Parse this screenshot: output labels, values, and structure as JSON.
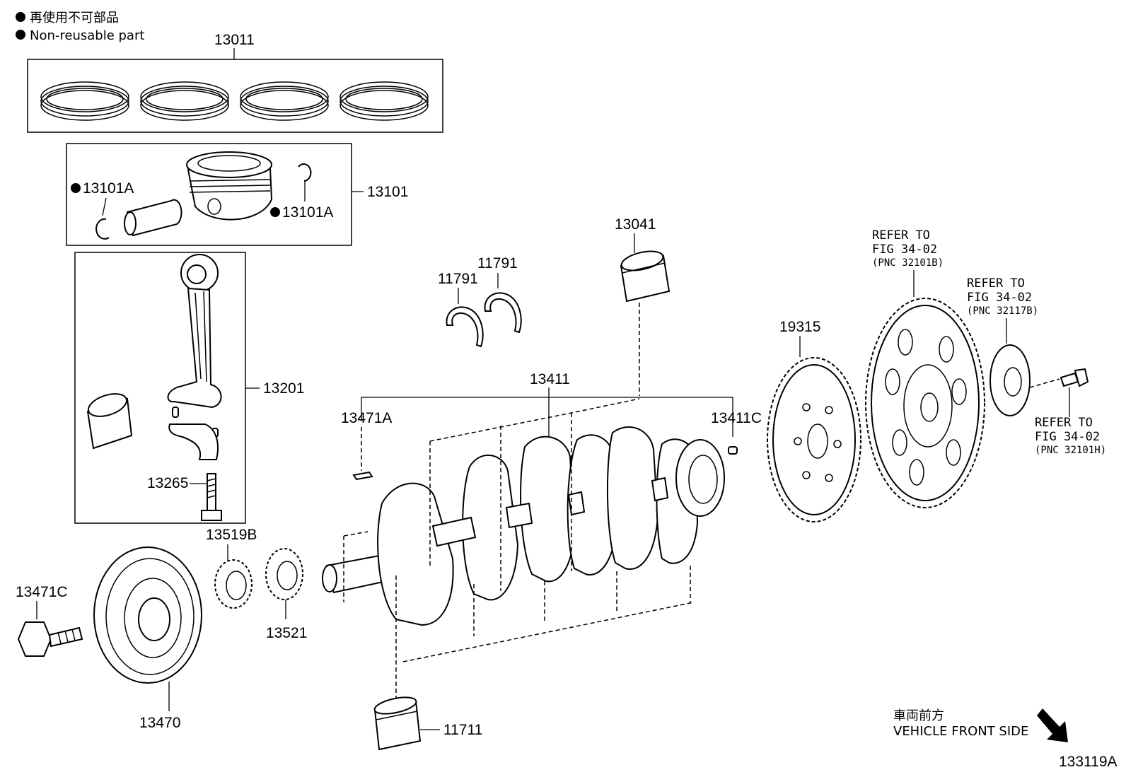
{
  "legend": {
    "non_reusable_jp": "再使用不可部品",
    "non_reusable_en": "Non-reusable part"
  },
  "labels": {
    "piston_ring_set": "13011",
    "piston_sub_assy": "13101",
    "piston_pin_snap_ring_left": "13101A",
    "piston_pin_snap_ring_right": "13101A",
    "connecting_rod": "13201",
    "con_rod_bolt": "13265",
    "crank_bearing_upper": "13041",
    "thrust_washer_left": "11791",
    "thrust_washer_right": "11791",
    "crankshaft": "13411",
    "crank_key_front": "13471A",
    "crank_pin_rear": "13411C",
    "timing_sprocket_1": "13519B",
    "timing_sprocket_2": "13521",
    "pulley_bolt": "13471C",
    "crank_pulley": "13470",
    "crank_bearing_lower": "11711",
    "signal_plate": "19315"
  },
  "refs": {
    "flywheel": [
      "REFER TO",
      "FIG 34-02",
      "(PNC 32101B)"
    ],
    "plate": [
      "REFER TO",
      "FIG 34-02",
      "(PNC 32117B)"
    ],
    "bolt": [
      "REFER TO",
      "FIG 34-02",
      "(PNC 32101H)"
    ]
  },
  "direction": {
    "jp": "車両前方",
    "en": "VEHICLE FRONT SIDE"
  },
  "illustration_id": "133119A"
}
